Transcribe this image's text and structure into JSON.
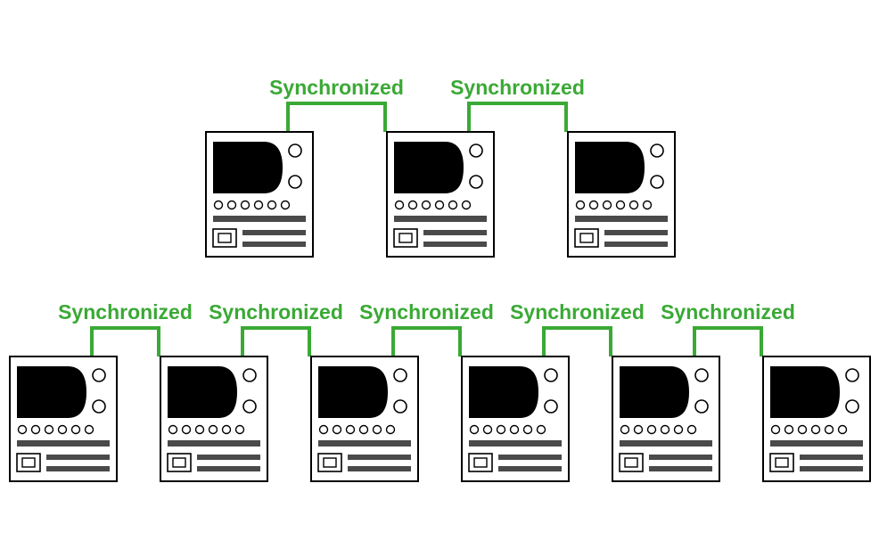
{
  "colors": {
    "link": "#3aa935",
    "device_fill": "#ffffff",
    "device_stroke": "#000000",
    "screen": "#000000",
    "bar": "#4a4a4a"
  },
  "icons": {
    "device": "instrument-device-icon"
  },
  "rows": [
    {
      "name": "top-row",
      "device_count": 3,
      "links": [
        {
          "label": "Synchronized"
        },
        {
          "label": "Synchronized"
        }
      ]
    },
    {
      "name": "bottom-row",
      "device_count": 6,
      "links": [
        {
          "label": "Synchronized"
        },
        {
          "label": "Synchronized"
        },
        {
          "label": "Synchronized"
        },
        {
          "label": "Synchronized"
        },
        {
          "label": "Synchronized"
        }
      ]
    }
  ]
}
